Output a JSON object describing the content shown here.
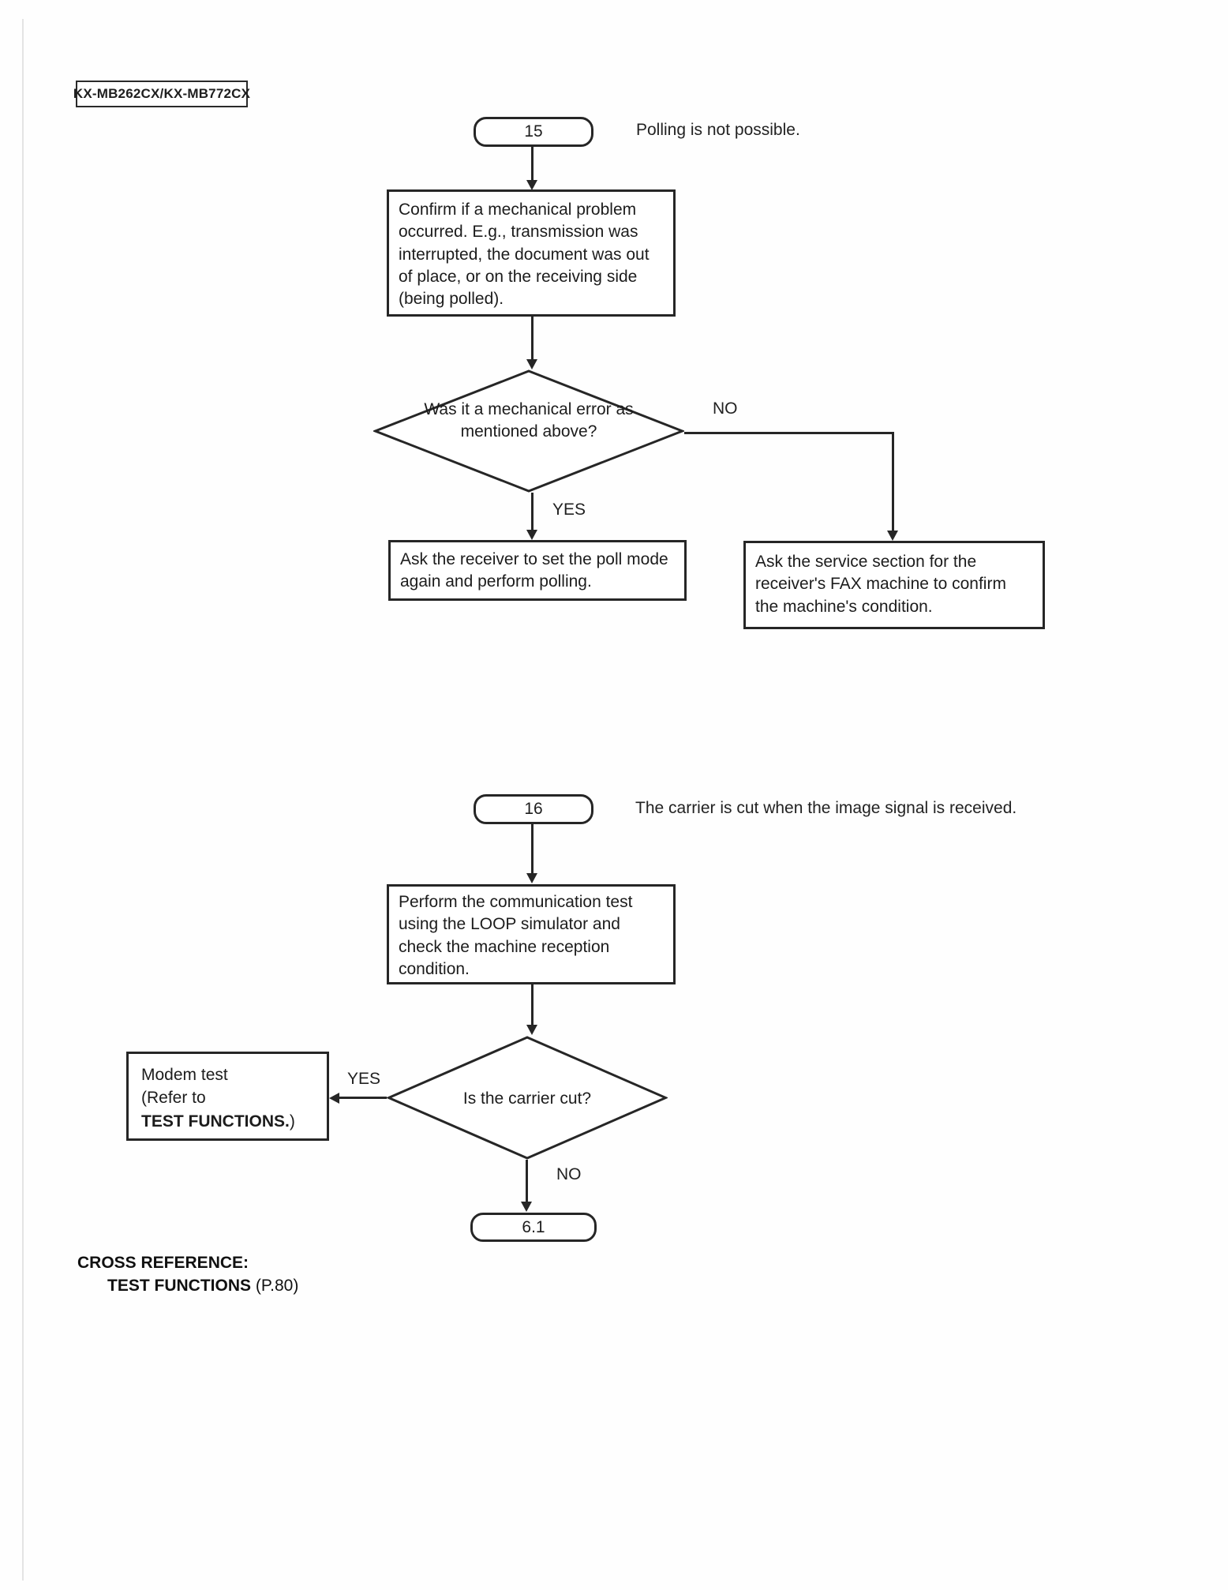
{
  "page": {
    "model_badge": "KX-MB262CX/KX-MB772CX"
  },
  "chart15": {
    "node": "15",
    "caption": "Polling is not possible.",
    "step": "Confirm if a mechanical problem occurred. E.g., transmission was interrupted, the document was out of place, or on the receiving side (being polled).",
    "decision": "Was it a mechanical error as mentioned above?",
    "yes": "YES",
    "no": "NO",
    "yes_action": "Ask the receiver to set the poll mode again and perform polling.",
    "no_action": "Ask the service section for the receiver's FAX machine to confirm the machine's condition."
  },
  "chart16": {
    "node": "16",
    "caption": "The carrier is cut when the image signal is received.",
    "step": "Perform the communication test using the LOOP simulator and check the machine reception condition.",
    "decision": "Is the carrier cut?",
    "yes": "YES",
    "no": "NO",
    "modem_line1": "Modem test",
    "modem_line2": "(Refer to",
    "modem_line3_bold": "TEST FUNCTIONS.",
    "modem_line3_rest": ")",
    "terminator": "6.1"
  },
  "cross_reference": {
    "heading": "CROSS REFERENCE:",
    "item_bold": "TEST FUNCTIONS",
    "item_rest": " (P.80)"
  },
  "colors": {
    "line": "#262626",
    "text": "#1e1e1e"
  }
}
